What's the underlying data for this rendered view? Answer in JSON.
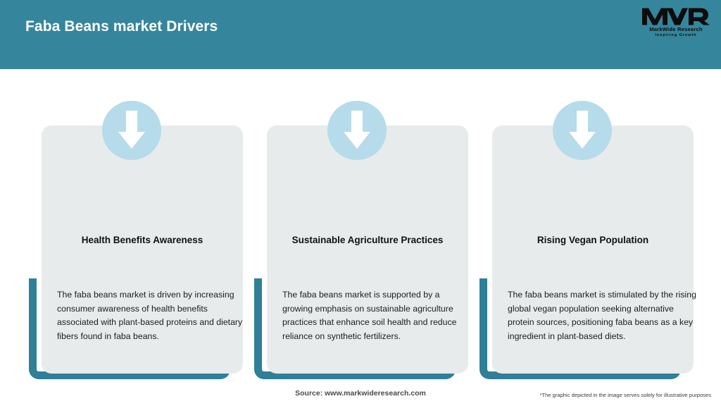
{
  "header": {
    "title": "Faba Beans market Drivers",
    "background_color": "#35869c",
    "title_color": "#ffffff"
  },
  "logo": {
    "mark": "MWR",
    "name": "MarkWide Research",
    "tagline": "Inspiring Growth",
    "color": "#0d0d0d"
  },
  "theme": {
    "accent_teal": "#2e7f98",
    "card_background": "#e8ebec",
    "badge_circle": "#b6dbea",
    "arrow_color": "#ffffff",
    "page_background": "#ffffff"
  },
  "cards": [
    {
      "icon": "arrow-down-icon",
      "title": "Health Benefits Awareness",
      "body": "The faba beans market is driven by increasing consumer awareness of health benefits associated with plant-based proteins and dietary fibers found in faba beans."
    },
    {
      "icon": "arrow-down-icon",
      "title": "Sustainable Agriculture Practices",
      "body": "The faba beans market is supported by a growing emphasis on sustainable agriculture practices that enhance soil health and reduce reliance on synthetic fertilizers."
    },
    {
      "icon": "arrow-down-icon",
      "title": "Rising Vegan Population",
      "body": "The faba beans market is stimulated by the rising global vegan population seeking alternative protein sources, positioning faba beans as a key ingredient in plant-based diets."
    }
  ],
  "footer": {
    "source": "Source: www.markwideresearch.com",
    "disclaimer": "*The graphic depicted in the image serves solely for illustrative purposes"
  }
}
